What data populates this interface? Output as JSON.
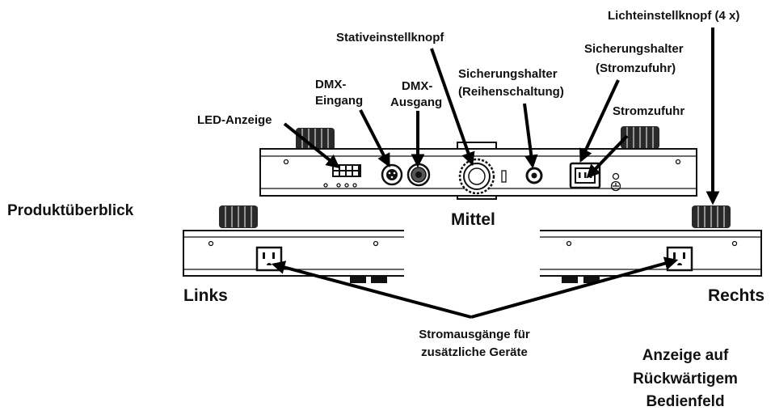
{
  "labels": {
    "overview": "Produktüberblick",
    "led_display": "LED-Anzeige",
    "dmx_in_line1": "DMX-",
    "dmx_in_line2": "Eingang",
    "dmx_out_line1": "DMX-",
    "dmx_out_line2": "Ausgang",
    "stand_knob": "Stativeinstellknopf",
    "fuse_series_line1": "Sicherungshalter",
    "fuse_series_line2": "(Reihenschaltung)",
    "fuse_power_line1": "Sicherungshalter",
    "fuse_power_line2": "(Stromzufuhr)",
    "power_input": "Stromzufuhr",
    "light_knob": "Lichteinstellknopf (4 x)",
    "middle": "Mittel",
    "left": "Links",
    "right": "Rechts",
    "outputs_line1": "Stromausgänge für",
    "outputs_line2": "zusätzliche Geräte",
    "rear_line1": "Anzeige auf",
    "rear_line2": "Rückwärtigem",
    "rear_line3": "Bedienfeld"
  },
  "colors": {
    "ink": "#111111",
    "background": "#ffffff"
  },
  "icons": [
    "adjustment-knob-icon",
    "xlr-connector-icon",
    "fuse-holder-icon",
    "iec-power-socket-icon",
    "ground-symbol-icon",
    "power-outlet-icon"
  ]
}
